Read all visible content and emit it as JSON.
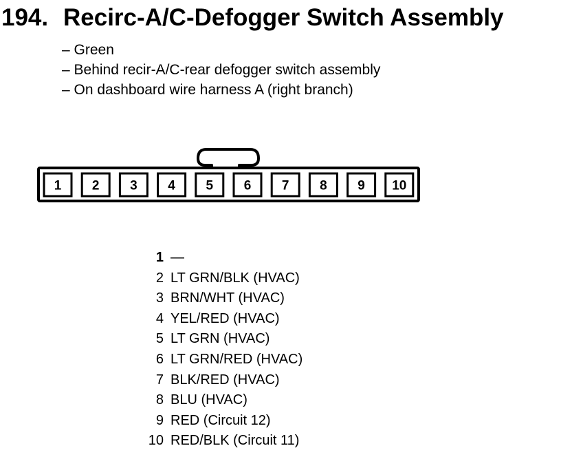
{
  "title": {
    "number": "194.",
    "text": "Recirc-A/C-Defogger Switch Assembly"
  },
  "details": [
    "– Green",
    "– Behind recir-A/C-rear defogger switch assembly",
    "– On dashboard wire harness A (right branch)"
  ],
  "connector": {
    "cells": [
      "1",
      "2",
      "3",
      "4",
      "5",
      "6",
      "7",
      "8",
      "9",
      "10"
    ]
  },
  "pins": [
    {
      "num": "1",
      "desc": "—"
    },
    {
      "num": "2",
      "desc": "LT GRN/BLK (HVAC)"
    },
    {
      "num": "3",
      "desc": "BRN/WHT (HVAC)"
    },
    {
      "num": "4",
      "desc": "YEL/RED (HVAC)"
    },
    {
      "num": "5",
      "desc": "LT GRN (HVAC)"
    },
    {
      "num": "6",
      "desc": "LT GRN/RED (HVAC)"
    },
    {
      "num": "7",
      "desc": "BLK/RED (HVAC)"
    },
    {
      "num": "8",
      "desc": "BLU (HVAC)"
    },
    {
      "num": "9",
      "desc": "RED (Circuit 12)"
    },
    {
      "num": "10",
      "desc": "RED/BLK (Circuit 11)"
    }
  ]
}
